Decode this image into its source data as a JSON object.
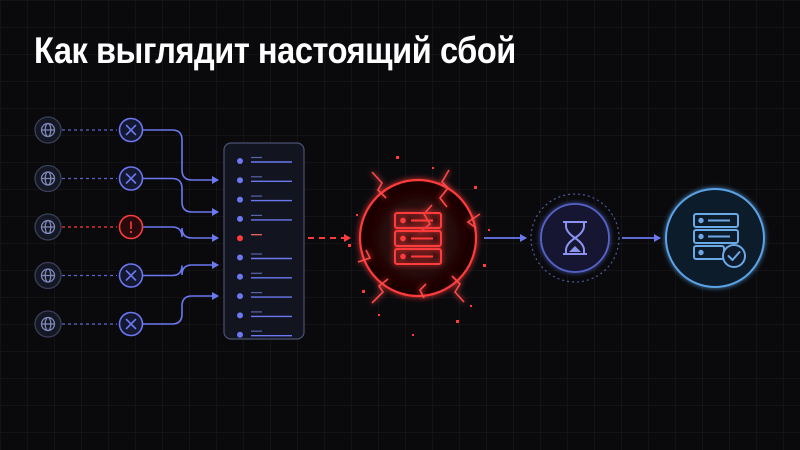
{
  "title": "Как выглядит настоящий сбой",
  "colors": {
    "background": "#0a0a0d",
    "accent_blue": "#6b78f0",
    "light_blue": "#6aa8e6",
    "error_red": "#ff3b3b",
    "title_white": "#ffffff"
  },
  "clients": [
    {
      "icon": "globe-icon",
      "status": "error",
      "status_icon": "x-circle-icon"
    },
    {
      "icon": "globe-icon",
      "status": "error",
      "status_icon": "x-circle-icon"
    },
    {
      "icon": "globe-icon",
      "status": "warning",
      "status_icon": "exclamation-circle-icon"
    },
    {
      "icon": "globe-icon",
      "status": "error",
      "status_icon": "x-circle-icon"
    },
    {
      "icon": "globe-icon",
      "status": "error",
      "status_icon": "x-circle-icon"
    }
  ],
  "queue": {
    "icon": "request-queue-icon",
    "entries": 10,
    "failed_entry": 4
  },
  "failed_server": {
    "icon": "server-icon",
    "state": "cracked"
  },
  "waiting": {
    "icon": "hourglass-icon"
  },
  "recovered_server": {
    "icon": "server-check-icon",
    "state": "ok"
  }
}
